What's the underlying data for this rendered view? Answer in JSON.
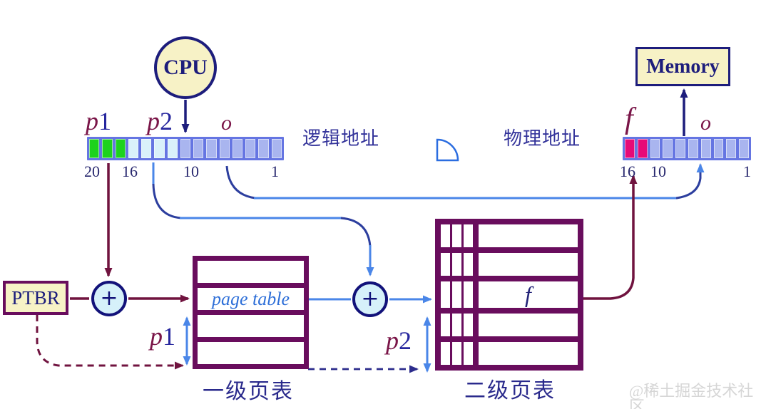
{
  "cpu_label": "CPU",
  "memory_label": "Memory",
  "ptbr_label": "PTBR",
  "plus_labels": {
    "plus1": "+",
    "plus2": "+"
  },
  "logical_address": {
    "caption": "逻辑地址",
    "field_p1": {
      "letter": "p",
      "digit": "1"
    },
    "field_p2": {
      "letter": "p",
      "digit": "2"
    },
    "field_o": "o",
    "numbers": [
      "20",
      "16",
      "10",
      "1"
    ],
    "cells": [
      "green",
      "green",
      "green",
      "pale",
      "pale",
      "pale",
      "pale",
      "peri",
      "peri",
      "peri",
      "peri",
      "peri",
      "peri",
      "peri",
      "peri"
    ]
  },
  "physical_address": {
    "caption": "物理地址",
    "field_f": "f",
    "field_o": "o",
    "numbers": [
      "16",
      "10",
      "1"
    ],
    "cells": [
      "crimson",
      "crimson",
      "peri",
      "peri",
      "peri",
      "peri",
      "peri",
      "peri",
      "peri",
      "peri"
    ]
  },
  "page_table_level1": {
    "caption": "一级页表",
    "rows": [
      "",
      "page table",
      "",
      ""
    ],
    "index_label": {
      "letter": "p",
      "digit": "1"
    }
  },
  "page_table_level2": {
    "caption": "二级页表",
    "rows": [
      "",
      "",
      "f",
      "",
      ""
    ],
    "index_label": {
      "letter": "p",
      "digit": "2"
    }
  },
  "watermark": "@稀土掘金技术社区",
  "colors": {
    "navy": "#1d1d7c",
    "wine": "#70133f",
    "plum": "#690d5d",
    "blue": "#4a86e8",
    "deep_blue": "#2c3e9e",
    "cream": "#f7f2c6",
    "circle_fill": "#d6f1fa",
    "green": "#1dd21d",
    "pale": "#d9f1fa",
    "peri": "#a9b5ef",
    "crimson": "#e60a78",
    "bar_bg": "#6575e2",
    "label_maroon": "#7a1548",
    "label_navy": "#27279e",
    "entry_blue": "#2e6fd8",
    "watermark_gray": "#d6d6d6"
  }
}
